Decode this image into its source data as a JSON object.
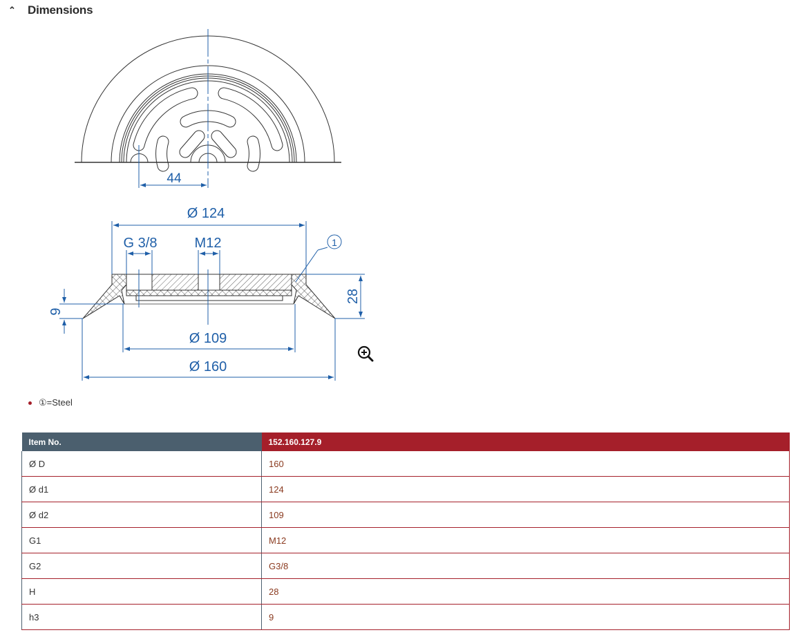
{
  "section": {
    "title": "Dimensions",
    "toggle_icon": "chevron-up-icon"
  },
  "drawing": {
    "labels": {
      "d44": "44",
      "d124": "Ø 124",
      "g38": "G 3/8",
      "m12": "M12",
      "balloon": "1",
      "h28": "28",
      "h9": "9",
      "d109": "Ø 109",
      "d160": "Ø 160"
    },
    "line_color": "#1f5fa8",
    "zoom_icon": "zoom-in-icon"
  },
  "notes": [
    "①=Steel"
  ],
  "table": {
    "header": {
      "label": "Item No.",
      "value": "152.160.127.9"
    },
    "rows": [
      {
        "label": "Ø D",
        "value": "160"
      },
      {
        "label": "Ø d1",
        "value": "124"
      },
      {
        "label": "Ø d2",
        "value": "109"
      },
      {
        "label": "G1",
        "value": "M12"
      },
      {
        "label": "G2",
        "value": "G3/8"
      },
      {
        "label": "H",
        "value": "28"
      },
      {
        "label": "h3",
        "value": "9"
      }
    ]
  }
}
